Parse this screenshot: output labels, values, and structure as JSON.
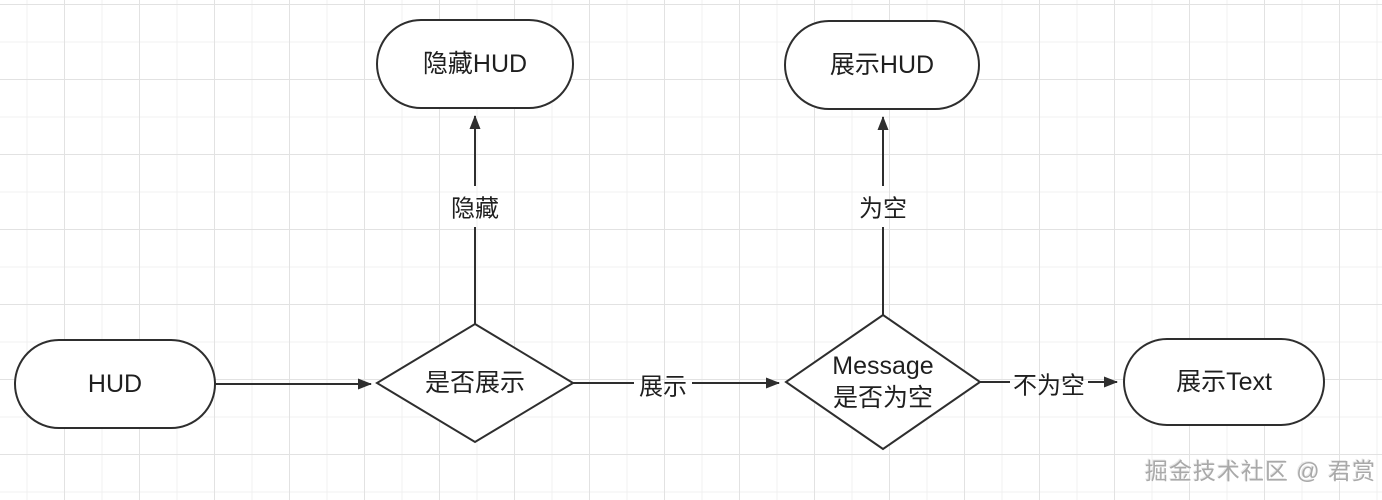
{
  "colors": {
    "stroke_color": "#2e2e2e",
    "node_fill": "#ffffff",
    "grid_minor": "#f0f0f0",
    "grid_major": "#e2e2e2",
    "label_color": "#1f1f1f",
    "watermark_color": "#a9a9a9"
  },
  "nodes": {
    "hud": {
      "label": "HUD"
    },
    "hide_hud": {
      "label": "隐藏HUD"
    },
    "show_hud": {
      "label": "展示HUD"
    },
    "decision_is_show": {
      "label": "是否展示"
    },
    "decision_message_empty": {
      "line1": "Message",
      "line2": "是否为空"
    },
    "show_text": {
      "label": "展示Text"
    }
  },
  "edge_labels": {
    "hide": "隐藏",
    "show": "展示",
    "is_empty": "为空",
    "not_empty": "不为空"
  },
  "watermark": "掘金技术社区 @ 君赏"
}
